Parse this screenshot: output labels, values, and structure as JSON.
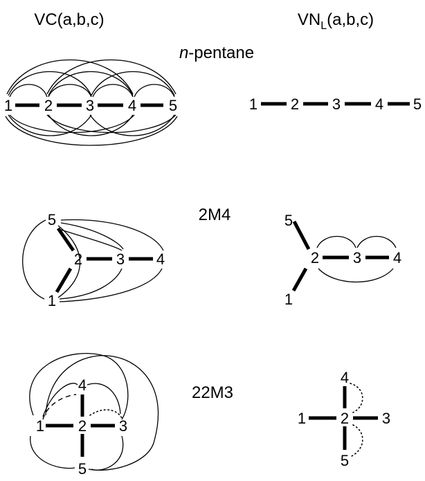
{
  "headers": {
    "vc": "VC(a,b,c)",
    "vn_main": "VN",
    "vn_sub": "L",
    "vn_args": "(a,b,c)"
  },
  "molecules": {
    "pentane": {
      "italic": "n",
      "rest": "-pentane"
    },
    "m2m4": {
      "name": "2M4"
    },
    "m22m3": {
      "name": "22M3"
    }
  },
  "nodes": {
    "n1": "1",
    "n2": "2",
    "n3": "3",
    "n4": "4",
    "n5": "5"
  }
}
